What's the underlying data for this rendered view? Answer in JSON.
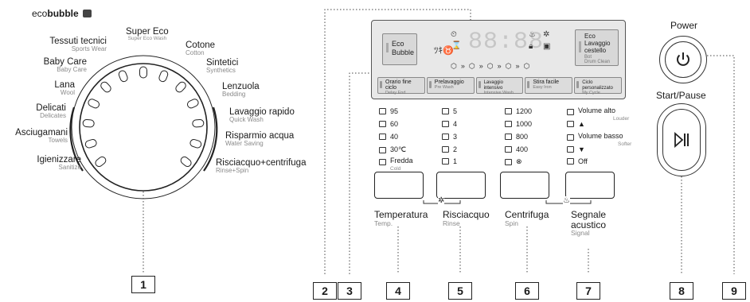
{
  "dial": {
    "ecobubble_prefix": "eco",
    "ecobubble_bold": "bubble",
    "programs": [
      {
        "main": "Super Eco",
        "sub": "Super Eco Wash"
      },
      {
        "main": "Tessuti tecnici",
        "sub": "Sports Wear"
      },
      {
        "main": "Baby Care",
        "sub": "Baby Care"
      },
      {
        "main": "Lana",
        "sub": "Wool"
      },
      {
        "main": "Delicati",
        "sub": "Delicates"
      },
      {
        "main": "Asciugamani",
        "sub": "Towels"
      },
      {
        "main": "Igienizzare",
        "sub": "Sanitize"
      },
      {
        "main": "Cotone",
        "sub": "Cotton"
      },
      {
        "main": "Sintetici",
        "sub": "Synthetics"
      },
      {
        "main": "Lenzuola",
        "sub": "Bedding"
      },
      {
        "main": "Lavaggio rapido",
        "sub": "Quick Wash"
      },
      {
        "main": "Risparmio acqua",
        "sub": "Water Saving"
      },
      {
        "main": "Risciacquo+centrifuga",
        "sub": "Rinse+Spin"
      }
    ]
  },
  "display": {
    "digits": "88:88",
    "left_key": {
      "main": "Eco",
      "main2": "Bubble"
    },
    "right_key": {
      "l1": "Eco",
      "l2": "Lavaggio",
      "l3": "cestello",
      "sub1": "Bot",
      "sub2": "Drum Clean"
    }
  },
  "option_bar": [
    {
      "main": "Orario fine ciclo",
      "sub": "Delay End"
    },
    {
      "main": "Prelavaggio",
      "sub": "Pre Wash"
    },
    {
      "main": "Lavaggio intensivo",
      "sub": "Intensive Wash"
    },
    {
      "main": "Stira facile",
      "sub": "Easy Iron"
    },
    {
      "main": "Ciclo personalizzato",
      "sub": "My Cycle"
    }
  ],
  "temperature_options": [
    "95",
    "60",
    "40",
    "30℃",
    "Fredda"
  ],
  "temperature_cold_sub": "Cold",
  "rinse_options": [
    "5",
    "4",
    "3",
    "2",
    "1"
  ],
  "spin_options": [
    "1200",
    "1000",
    "800",
    "400"
  ],
  "signal_options": {
    "volume_up": "Volume alto",
    "volume_up_sub": "Louder",
    "volume_down": "Volume basso",
    "volume_down_sub": "Softer",
    "off": "Off"
  },
  "buttons": {
    "temp": {
      "main": "Temperatura",
      "sub": "Temp."
    },
    "rinse": {
      "main": "Risciacquo",
      "sub": "Rinse"
    },
    "spin": {
      "main": "Centrifuga",
      "sub": "Spin"
    },
    "signal": {
      "main": "Segnale",
      "main2": "acustico",
      "sub": "Signal"
    },
    "power": "Power",
    "start_pause": "Start/Pause"
  },
  "callouts": [
    "1",
    "2",
    "3",
    "4",
    "5",
    "6",
    "7",
    "8",
    "9"
  ]
}
